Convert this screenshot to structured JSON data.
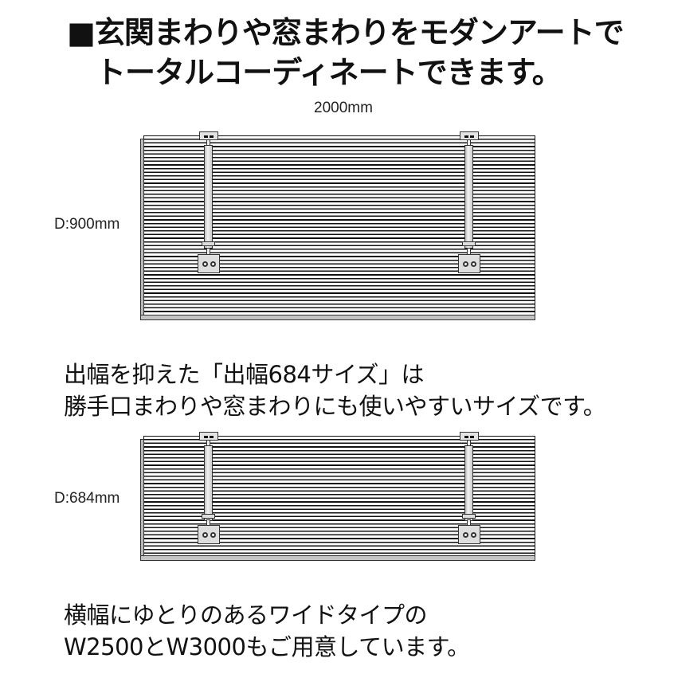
{
  "headline": {
    "marker": "■",
    "line1": "玄関まわりや窓まわりをモダンアートで",
    "line2": "トータルコーディネートできます。"
  },
  "diagram1": {
    "width_label": "2000mm",
    "depth_label": "D:900mm"
  },
  "caption1": {
    "line1": "出幅を抑えた「出幅684サイズ」は",
    "line2": "勝手口まわりや窓まわりにも使いやすいサイズです。"
  },
  "diagram2": {
    "depth_label": "D:684mm"
  },
  "caption2": {
    "line1": "横幅にゆとりのあるワイドタイプの",
    "line2": "W2500とW3000もご用意しています。"
  },
  "colors": {
    "text": "#111111",
    "slat_line": "#111111",
    "edge_gray": "#b8b8b8",
    "bracket_gray": "#dedede"
  }
}
